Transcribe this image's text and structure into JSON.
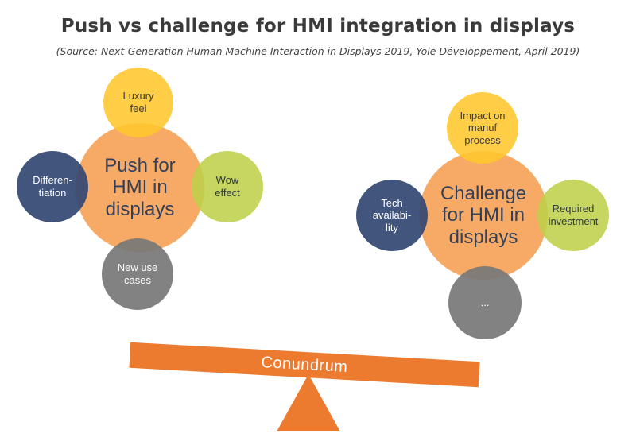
{
  "header": {
    "title": "Push vs challenge for HMI integration in displays",
    "subtitle": "(Source: Next-Generation Human Machine Interaction in Displays 2019, Yole Développement, April 2019)"
  },
  "push": {
    "center": "Push for HMI in displays",
    "top": "Luxury feel",
    "left": "Differen-tiation",
    "right": "Wow effect",
    "bottom": "New use cases"
  },
  "challenge": {
    "center": "Challenge for HMI in displays",
    "top": "Impact on manuf process",
    "left": "Tech availabi-lity",
    "right": "Required investment",
    "bottom": "..."
  },
  "balance": {
    "label": "Conundrum"
  },
  "colors": {
    "orange": "#f6a459",
    "yellow": "#ffc72c",
    "navy": "#344873",
    "green": "#bed04a",
    "gray": "#797979",
    "beam": "#ec7a2f"
  }
}
